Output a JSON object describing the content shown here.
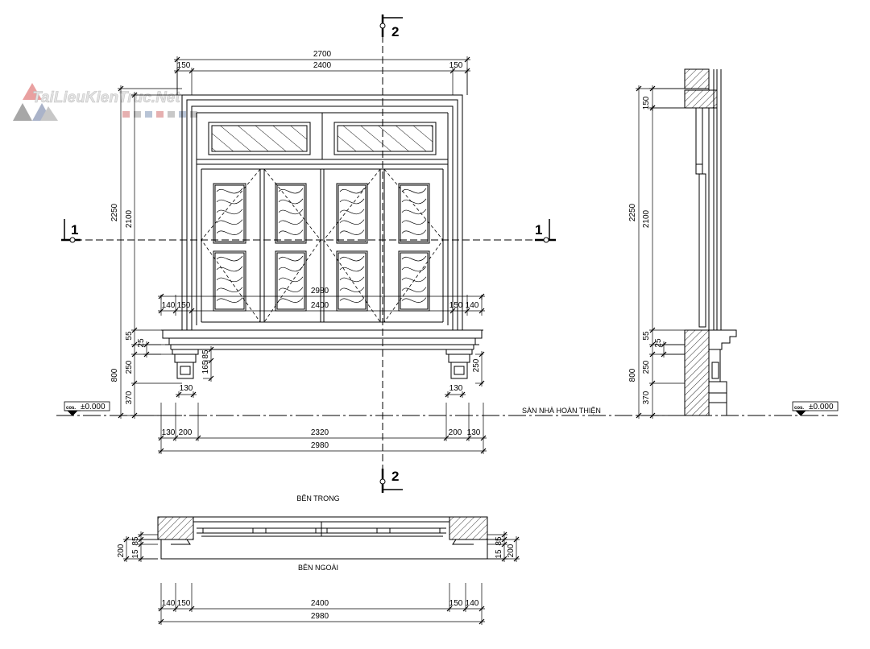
{
  "watermark": {
    "text": "TaiLieuKienTruc.Net"
  },
  "colors": {
    "line": "#000000",
    "watermark": "#d9d9d9"
  },
  "section_marks": {
    "top_2": "2",
    "bottom_2": "2",
    "left_1": "1",
    "right_1": "1"
  },
  "elevation": {
    "top_overall": "2700",
    "top_left": "150",
    "top_mid": "2400",
    "top_right": "150",
    "h_total": "2250",
    "h_window": "2100",
    "h_55": "55",
    "h_25": "25",
    "h_800": "800",
    "h_250": "250",
    "h_370": "370",
    "sill_overall": "2980",
    "sill_l140": "140",
    "sill_l150": "150",
    "sill_mid": "2400",
    "sill_r150": "150",
    "sill_r140": "140",
    "bracket_165": "165",
    "bracket_85": "85",
    "bracket_250": "250",
    "bracket_w_left": "130",
    "bracket_w_right": "130",
    "bot_l130": "130",
    "bot_l200": "200",
    "bot_mid": "2320",
    "bot_r200": "200",
    "bot_r130": "130",
    "bot_overall": "2980"
  },
  "floor": {
    "label": "SÀN NHÀ HOÀN THIỆN",
    "cos_left": "±0.000",
    "cos_right": "±0.000",
    "cos_prefix": "cos."
  },
  "side_section": {
    "h_150": "150",
    "h_2250": "2250",
    "h_2100": "2100",
    "h_55": "55",
    "h_25": "25",
    "h_800": "800",
    "h_250": "250",
    "h_370": "370"
  },
  "plan": {
    "inside_label": "BÊN TRONG",
    "outside_label": "BÊN NGOÀI",
    "d_200_left": "200",
    "d_15_left": "15",
    "d_85_left": "85",
    "d_200_right": "200",
    "d_15_right": "15",
    "d_85_right": "85",
    "d_l140": "140",
    "d_l150": "150",
    "d_mid": "2400",
    "d_r150": "150",
    "d_r140": "140",
    "d_overall": "2980"
  }
}
